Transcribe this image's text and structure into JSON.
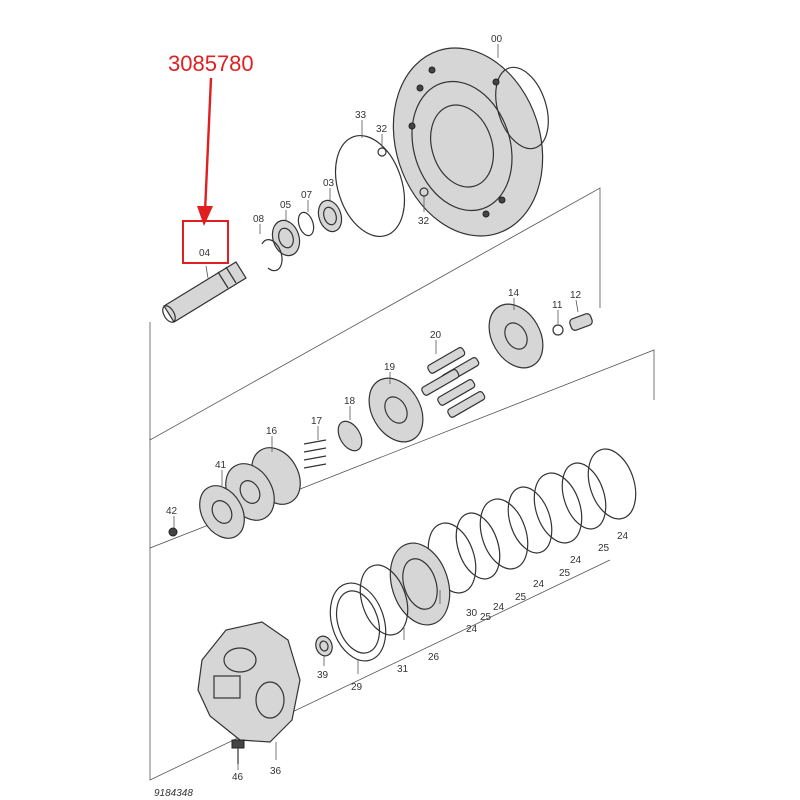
{
  "callout": {
    "part_number": "3085780",
    "highlighted_label": "04",
    "accent_color": "#e02020"
  },
  "labels": {
    "p00": "00",
    "p32a": "32",
    "p32b": "32",
    "p33": "33",
    "p03": "03",
    "p07": "07",
    "p05": "05",
    "p08": "08",
    "p04": "04",
    "p14": "14",
    "p11": "11",
    "p12": "12",
    "p20": "20",
    "p19": "19",
    "p18": "18",
    "p17": "17",
    "p16": "16",
    "p41": "41",
    "p42": "42",
    "p24a": "24",
    "p25a": "25",
    "p24b": "24",
    "p25b": "25",
    "p24c": "24",
    "p25c": "25",
    "p24d": "24",
    "p25d": "25",
    "p24e": "24",
    "p30": "30",
    "p26": "26",
    "p31": "31",
    "p29": "29",
    "p39": "39",
    "p46": "46",
    "p36": "36"
  },
  "footer": {
    "drawing_number": "9184348"
  }
}
